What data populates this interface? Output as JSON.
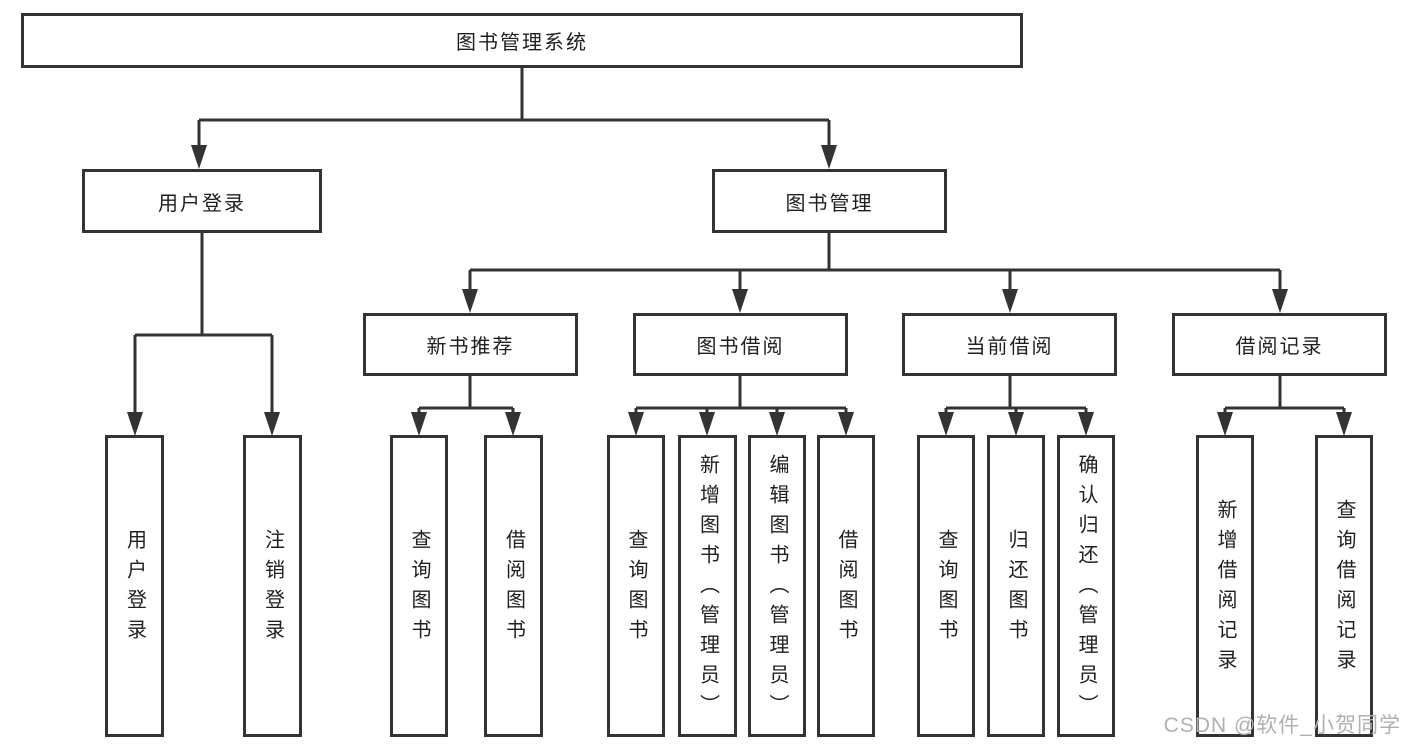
{
  "diagram": {
    "root": {
      "label": "图书管理系统"
    },
    "level2": [
      {
        "label": "用户登录"
      },
      {
        "label": "图书管理"
      }
    ],
    "level3": [
      {
        "label": "新书推荐",
        "parent": "图书管理"
      },
      {
        "label": "图书借阅",
        "parent": "图书管理"
      },
      {
        "label": "当前借阅",
        "parent": "图书管理"
      },
      {
        "label": "借阅记录",
        "parent": "图书管理"
      }
    ],
    "leaves": [
      {
        "label": "用户登录",
        "parent": "用户登录"
      },
      {
        "label": "注销登录",
        "parent": "用户登录"
      },
      {
        "label": "查询图书",
        "parent": "新书推荐"
      },
      {
        "label": "借阅图书",
        "parent": "新书推荐"
      },
      {
        "label": "查询图书",
        "parent": "图书借阅"
      },
      {
        "label": "新增图书（管理员）",
        "parent": "图书借阅"
      },
      {
        "label": "编辑图书（管理员）",
        "parent": "图书借阅"
      },
      {
        "label": "借阅图书",
        "parent": "图书借阅"
      },
      {
        "label": "查询图书",
        "parent": "当前借阅"
      },
      {
        "label": "归还图书",
        "parent": "当前借阅"
      },
      {
        "label": "确认归还（管理员）",
        "parent": "当前借阅"
      },
      {
        "label": "新增借阅记录",
        "parent": "借阅记录"
      },
      {
        "label": "查询借阅记录",
        "parent": "借阅记录"
      }
    ],
    "watermark": "CSDN @软件_小贺同学",
    "colors": {
      "line": "#333333",
      "box_background": "#ffffff",
      "text": "#1f1f1f",
      "watermark": "#b0b0b0"
    }
  }
}
